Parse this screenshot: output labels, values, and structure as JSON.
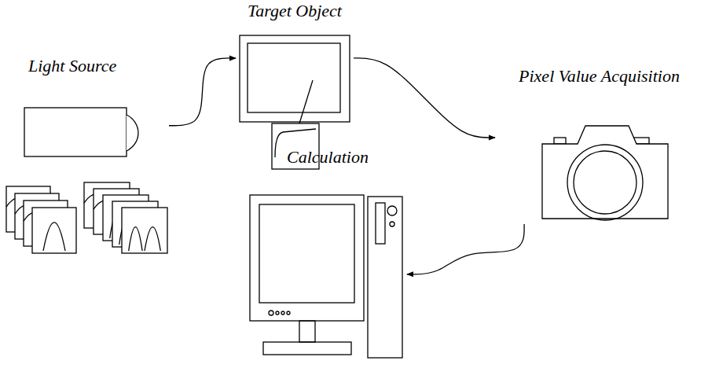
{
  "diagram": {
    "nodes": [
      {
        "text": [
          "Light Source"
        ]
      },
      {
        "text": [
          "Target Object"
        ]
      },
      {
        "text": [
          "Pixel Value Acquisition"
        ]
      },
      {
        "text": [
          "Calculation"
        ]
      }
    ],
    "edges": [
      {
        "from": 0,
        "to": 1,
        "arrow": "to"
      },
      {
        "from": 1,
        "to": 2,
        "arrow": "to"
      },
      {
        "from": 2,
        "to": 3,
        "arrow": "to"
      }
    ]
  }
}
